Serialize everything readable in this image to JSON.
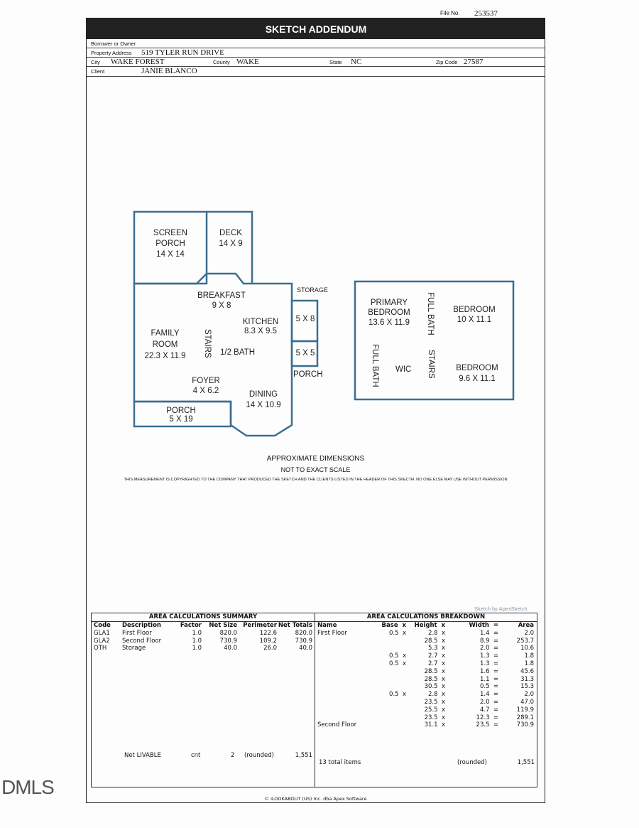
{
  "header": {
    "file_no_label": "File No.",
    "file_no": "253537",
    "title": "SKETCH ADDENDUM",
    "borrower_label": "Borrower or Owner",
    "address_label": "Property Address",
    "address": "519 TYLER RUN DRIVE",
    "city_label": "City",
    "city": "WAKE FOREST",
    "county_label": "County",
    "county": "WAKE",
    "state_label": "State",
    "state": "NC",
    "zip_label": "Zip Code",
    "zip": "27587",
    "client_label": "Client",
    "client": "JANIE BLANCO"
  },
  "sketch": {
    "first_floor": {
      "screen_porch": [
        "SCREEN",
        "PORCH",
        "14 X 14"
      ],
      "deck": [
        "DECK",
        "14 X 9"
      ],
      "breakfast": [
        "BREAKFAST",
        "9 X 8"
      ],
      "kitchen": [
        "KITCHEN",
        "8.3 X 9.5"
      ],
      "family": [
        "FAMILY",
        "ROOM",
        "22.3 X 11.9"
      ],
      "stairs": "STAIRS",
      "half_bath": "1/2 BATH",
      "foyer": [
        "FOYER",
        "4 X 6.2"
      ],
      "dining": [
        "DINING",
        "14 X 10.9"
      ],
      "porch": [
        "PORCH",
        "5 X 19"
      ],
      "storage": "STORAGE",
      "storage_dim": "5 X 8",
      "porch_small_dim": "5 X 5",
      "porch_small": "PORCH"
    },
    "second_floor": {
      "primary": [
        "PRIMARY",
        "BEDROOM",
        "13.6 X 11.9"
      ],
      "full_bath_1": "FULL BATH",
      "bedroom_1": [
        "BEDROOM",
        "10 X 11.1"
      ],
      "full_bath_2": "FULL BATH",
      "wic": "WIC",
      "stairs": "STAIRS",
      "bedroom_2": [
        "BEDROOM",
        "9.6 X 11.1"
      ]
    },
    "colors": {
      "walls": "#3c6e8f"
    }
  },
  "notes": {
    "approx": "APPROXIMATE DIMENSIONS",
    "scale": "NOT TO EXACT SCALE",
    "copyright": "THIS MEASUREMENT IS COPYRIGHTED TO THE COMPANY THAT PRODUCED THE SKETCH AND THE CLIENTS LISTED IN THE HEADER OF THIS SKECTH. NO ONE ELSE MAY USE WITHOUT PERMISSION",
    "sketch_by": "Sketch by ApexSketch"
  },
  "summary": {
    "title": "AREA CALCULATIONS SUMMARY",
    "columns": [
      "Code",
      "Description",
      "Factor",
      "Net Size",
      "Perimeter",
      "Net Totals"
    ],
    "rows": [
      [
        "GLA1",
        "First Floor",
        "1.0",
        "820.0",
        "122.6",
        "820.0"
      ],
      [
        "GLA2",
        "Second Floor",
        "1.0",
        "730.9",
        "109.2",
        "730.9"
      ],
      [
        "OTH",
        "Storage",
        "1.0",
        "40.0",
        "26.0",
        "40.0"
      ]
    ],
    "net_label": "Net LIVABLE",
    "cnt_label": "cnt",
    "cnt": "2",
    "rounded": "(rounded)",
    "net_total": "1,551"
  },
  "breakdown": {
    "title": "AREA CALCULATIONS BREAKDOWN",
    "columns": [
      "Name",
      "Base  x",
      "Height  x",
      "Width  =",
      "Area"
    ],
    "rows": [
      [
        "First Floor",
        "0.5  x",
        "2.8  x",
        "1.4  =",
        "2.0"
      ],
      [
        "",
        "",
        "28.5  x",
        "8.9  =",
        "253.7"
      ],
      [
        "",
        "",
        "5.3  x",
        "2.0  =",
        "10.6"
      ],
      [
        "",
        "0.5  x",
        "2.7  x",
        "1.3  =",
        "1.8"
      ],
      [
        "",
        "0.5  x",
        "2.7  x",
        "1.3  =",
        "1.8"
      ],
      [
        "",
        "",
        "28.5  x",
        "1.6  =",
        "45.6"
      ],
      [
        "",
        "",
        "28.5  x",
        "1.1  =",
        "31.3"
      ],
      [
        "",
        "",
        "30.5  x",
        "0.5  =",
        "15.3"
      ],
      [
        "",
        "0.5  x",
        "2.8  x",
        "1.4  =",
        "2.0"
      ],
      [
        "",
        "",
        "23.5  x",
        "2.0  =",
        "47.0"
      ],
      [
        "",
        "",
        "25.5  x",
        "4.7  =",
        "119.9"
      ],
      [
        "",
        "",
        "23.5  x",
        "12.3  =",
        "289.1"
      ],
      [
        "Second Floor",
        "",
        "31.1  x",
        "23.5  =",
        "730.9"
      ]
    ],
    "total_items": "13 total items",
    "rounded": "(rounded)",
    "total": "1,551"
  },
  "footer": "© iLOOKABOUT (US) Inc. dba Apex Software",
  "watermark": "DMLS"
}
